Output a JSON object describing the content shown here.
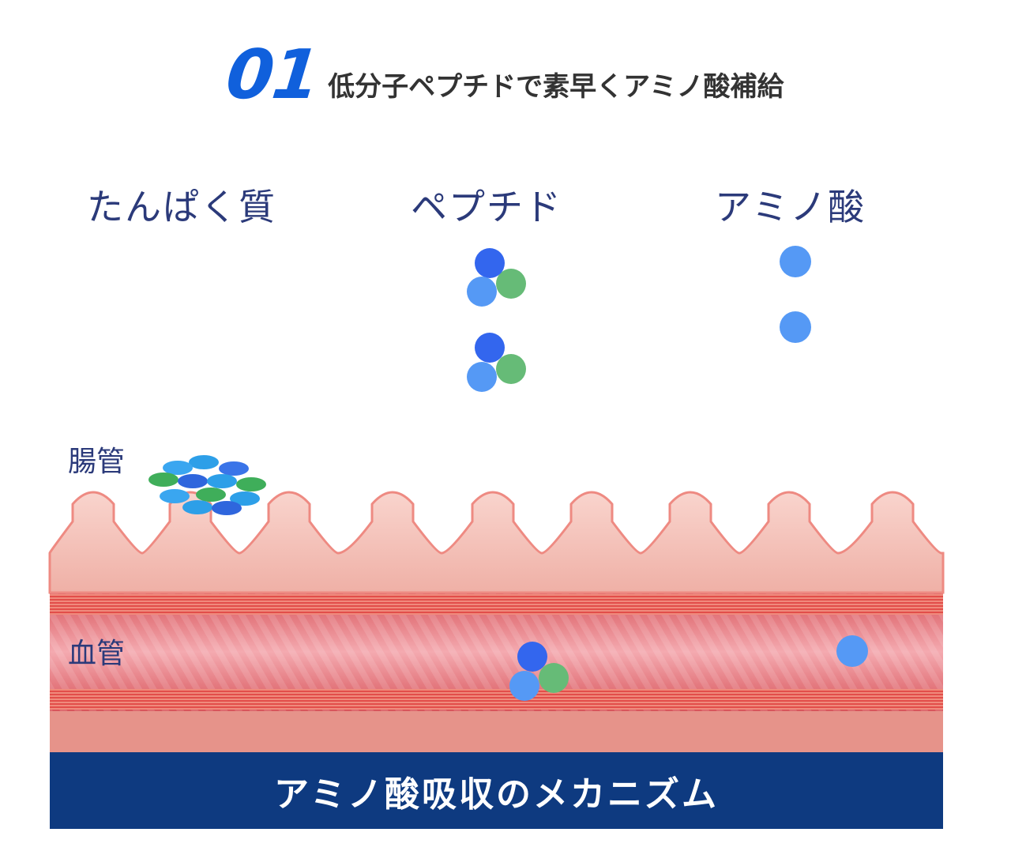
{
  "header": {
    "number": "01",
    "title": "低分子ペプチドで素早くアミノ酸補給"
  },
  "labels": {
    "protein": "たんぱく質",
    "peptide": "ペプチド",
    "amino_acid": "アミノ酸",
    "intestine": "腸管",
    "blood_vessel": "血管"
  },
  "footer": {
    "caption": "アミノ酸吸収のメカニズム"
  },
  "colors": {
    "accent_number": "#1060dc",
    "footer_bg": "#0e3a80",
    "label_text": "#2b3a7a",
    "molecule_dark_blue": "#3366ee",
    "molecule_light_blue": "#5599f5",
    "molecule_green": "#66bb77",
    "intestine_pink": "#f6c6bf",
    "vessel_red": "#e2736f"
  }
}
